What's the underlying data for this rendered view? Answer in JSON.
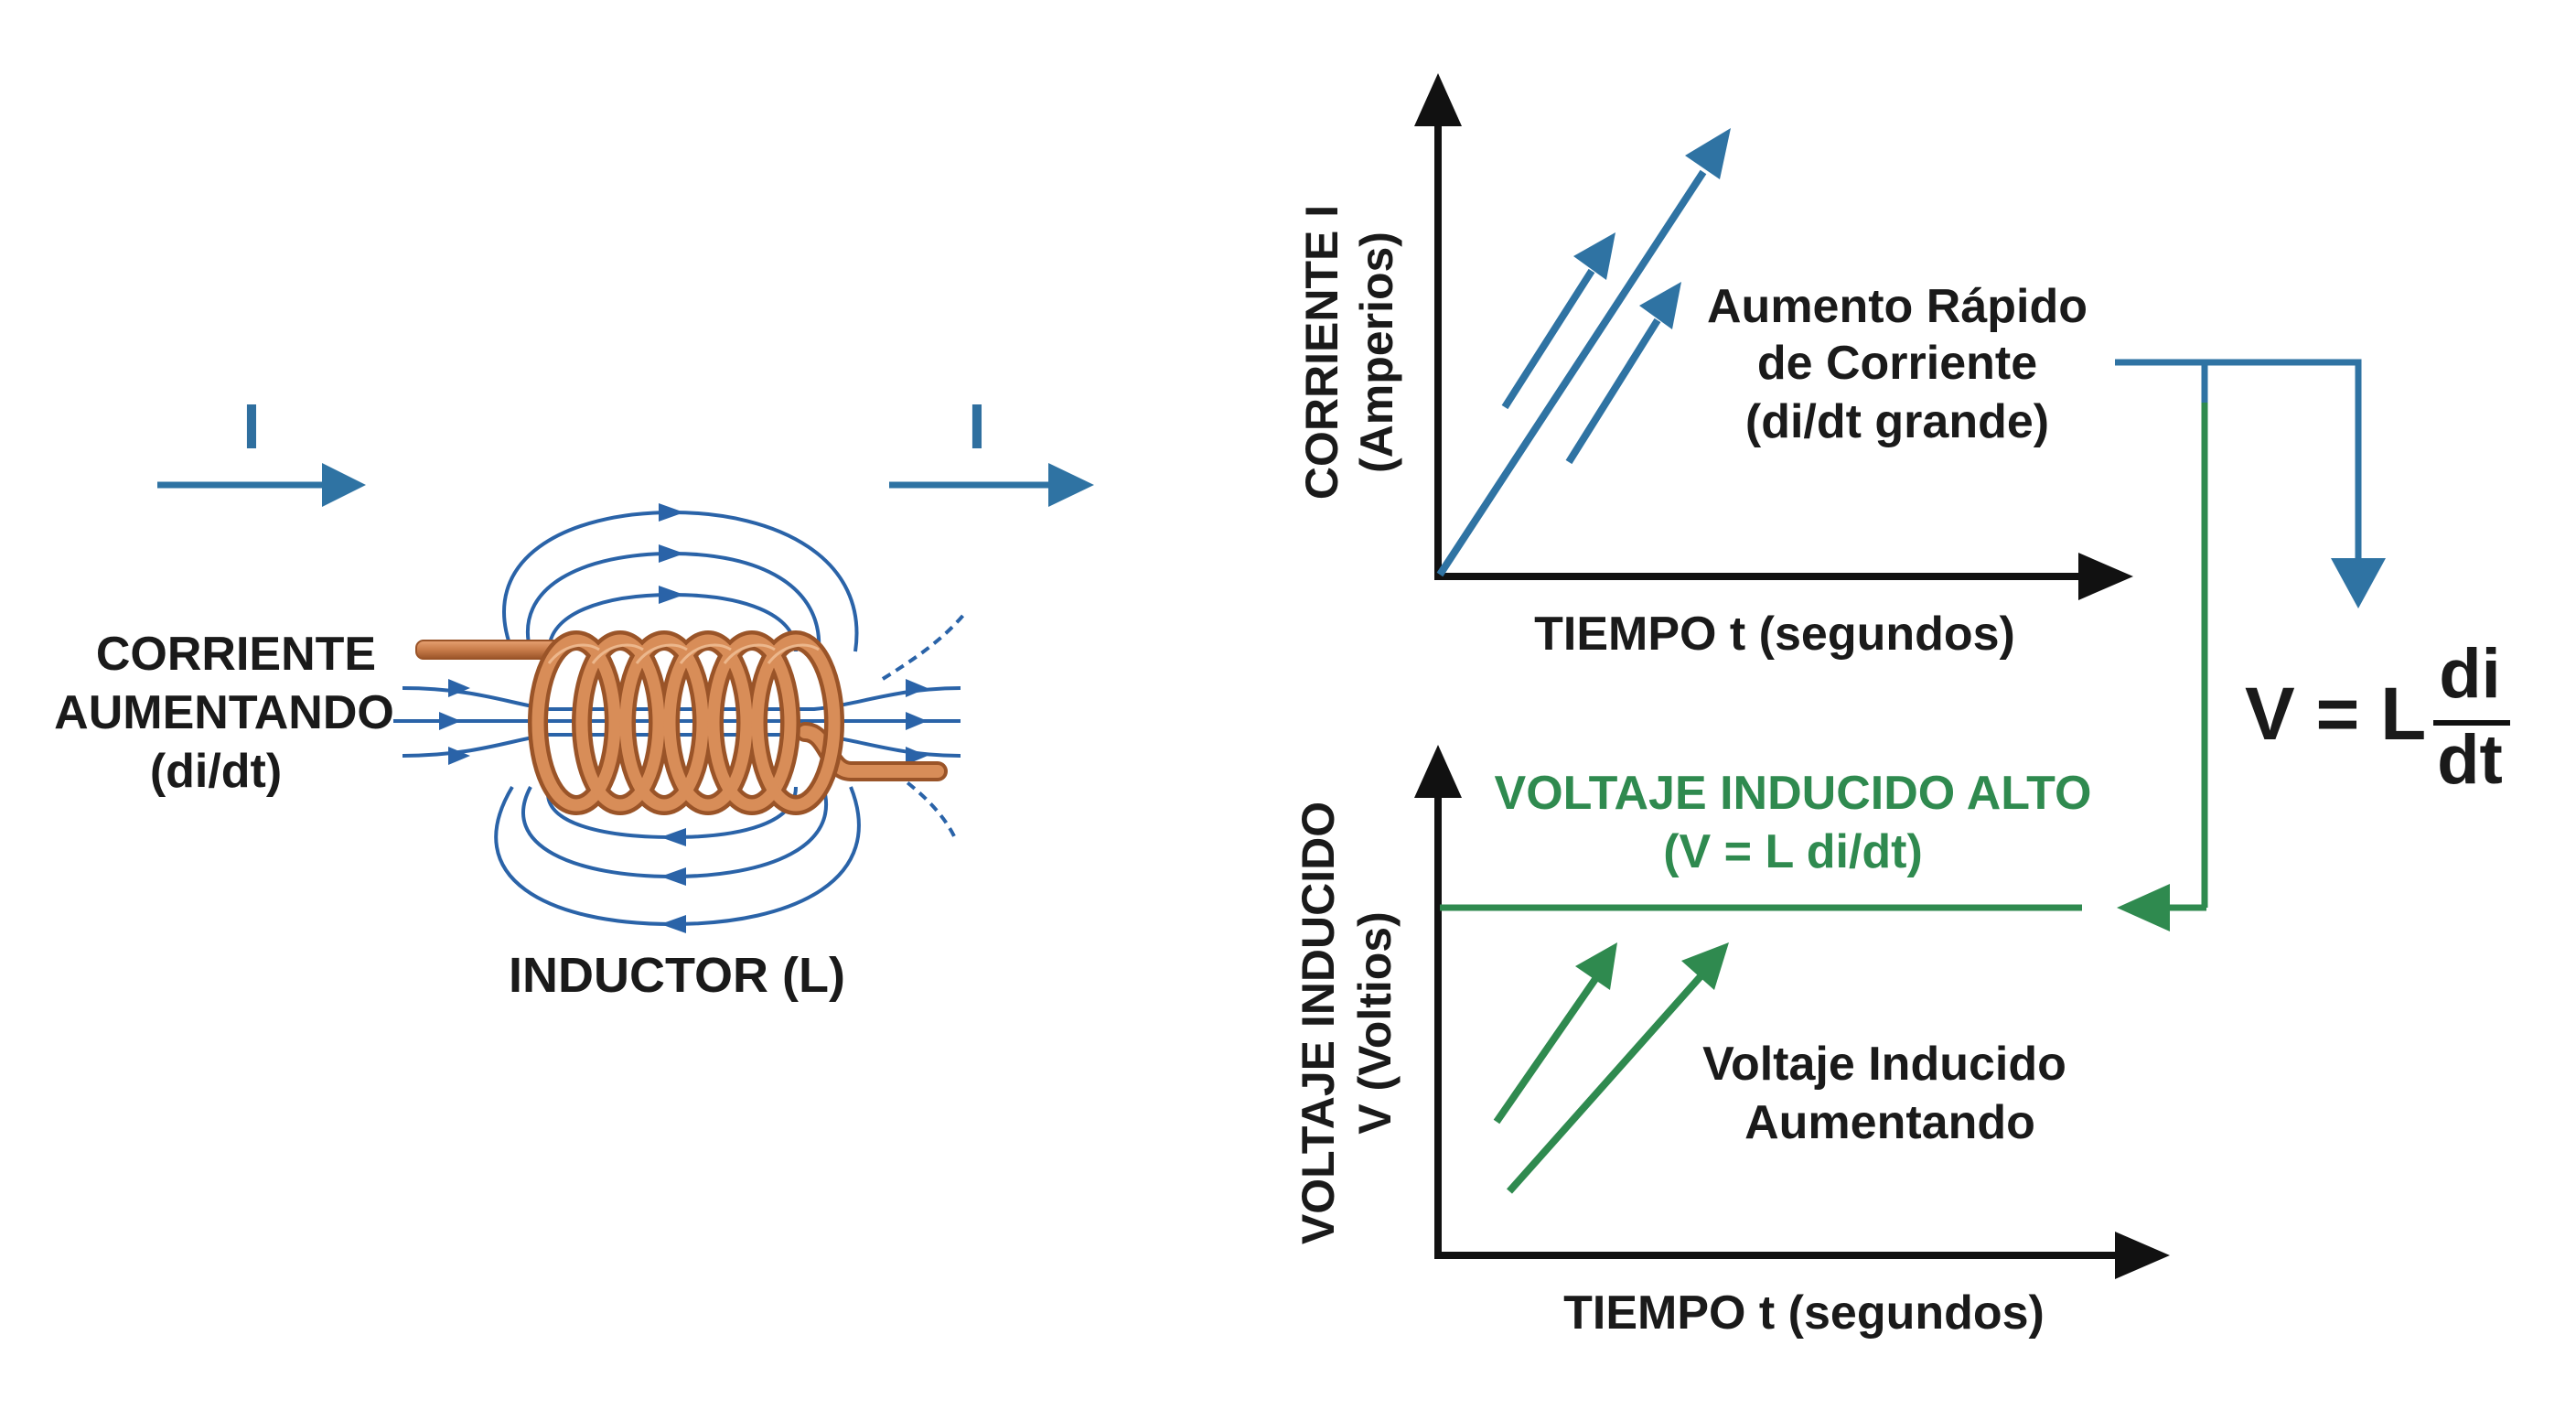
{
  "colors": {
    "blue": "#2f73a3",
    "field_blue": "#2a63a8",
    "green": "#2f8a4f",
    "copper": "#c97c4a",
    "copper_dark": "#9a5428",
    "axis": "#111111",
    "text": "#1a1a1a"
  },
  "left": {
    "current_symbol_left": "I",
    "current_symbol_right": "I",
    "input_label": [
      "CORRIENTE",
      "AUMENTANDO",
      "(di/dt)"
    ],
    "inductor_label": "INDUCTOR (L)"
  },
  "top_graph": {
    "y_label": [
      "CORRIENTE I",
      "(Amperios)"
    ],
    "x_label": "TIEMPO t (segundos)",
    "annotation": [
      "Aumento Rápido",
      "de Corriente",
      "(di/dt grande)"
    ]
  },
  "bottom_graph": {
    "y_label": [
      "VOLTAJE INDUCIDO",
      "V (Voltios)"
    ],
    "x_label": "TIEMPO t (segundos)",
    "level_label": [
      "VOLTAJE INDUCIDO ALTO",
      "(V = L di/dt)"
    ],
    "annotation": [
      "Voltaje Inducido",
      "Aumentando"
    ]
  },
  "formula": {
    "lhs": "V = L",
    "numerator": "di",
    "denominator": "dt"
  }
}
